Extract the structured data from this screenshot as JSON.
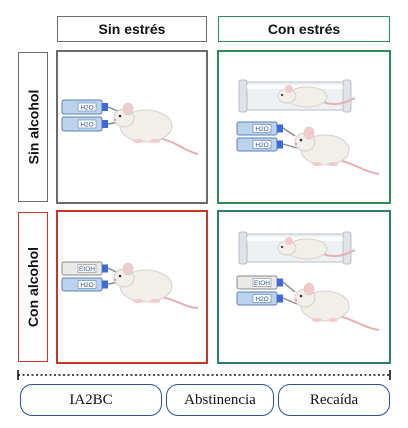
{
  "columns": [
    {
      "label": "Sin estrés",
      "color": "#6b6b6b"
    },
    {
      "label": "Con estrés",
      "color": "#2e8b57"
    }
  ],
  "rows": [
    {
      "label": "Sin alcohol",
      "color": "#6b6b6b"
    },
    {
      "label": "Con alcohol",
      "color": "#c0392b"
    }
  ],
  "panels": {
    "no_stress_no_alcohol": {
      "border_color": "#6b6b6b",
      "bottles": [
        "H2O",
        "H2O"
      ],
      "restrainer": false
    },
    "stress_no_alcohol": {
      "border_color": "#2e8b57",
      "bottles": [
        "H2O",
        "H2O"
      ],
      "restrainer": true
    },
    "no_stress_alcohol": {
      "border_color": "#c0392b",
      "bottles": [
        "EtOH",
        "H2O"
      ],
      "restrainer": false
    },
    "stress_alcohol": {
      "border_color": "#2e7d6b",
      "bottles": [
        "EtOH",
        "H2O"
      ],
      "restrainer": true
    }
  },
  "timeline": {
    "phases": [
      "IA2BC",
      "Abstinencia",
      "Recaída"
    ],
    "border_color": "#2e4f9a"
  },
  "icons": [
    "drinking-bottle-icon",
    "mouse-icon",
    "restrainer-tube-icon"
  ]
}
